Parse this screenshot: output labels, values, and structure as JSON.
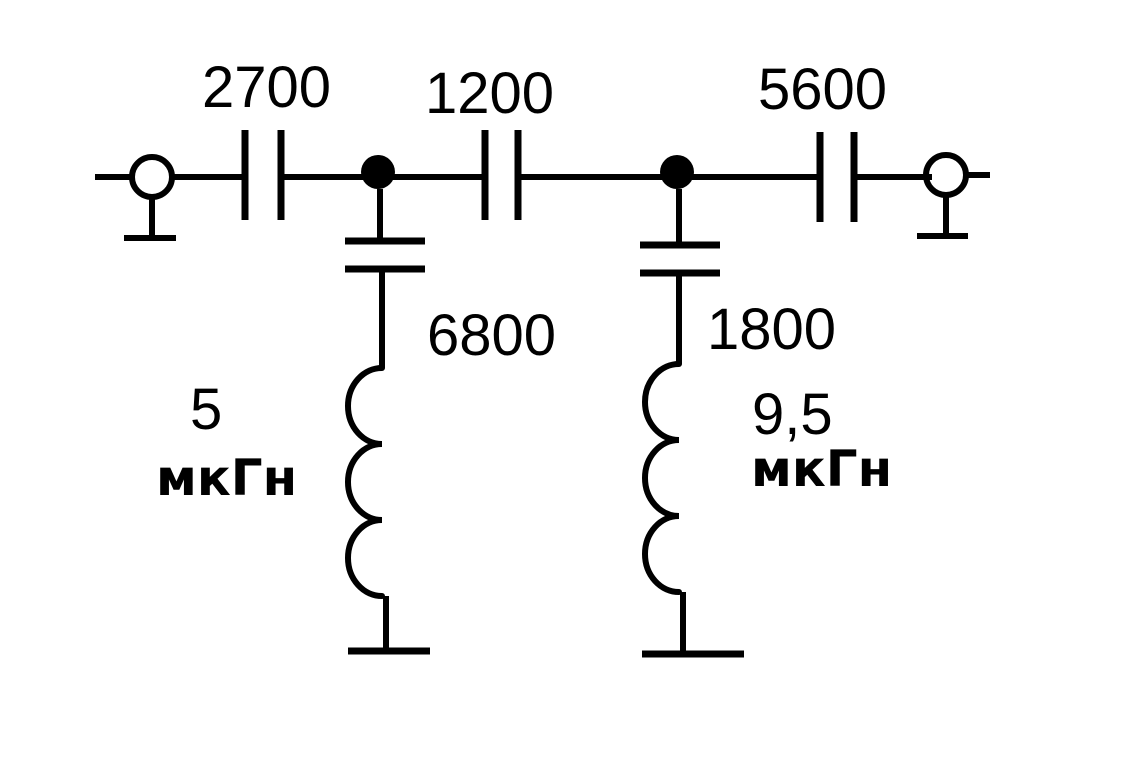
{
  "diagram": {
    "type": "circuit-schematic",
    "components": {
      "c_in": {
        "kind": "capacitor",
        "label": "2700"
      },
      "c_mid": {
        "kind": "capacitor",
        "label": "1200"
      },
      "c_out": {
        "kind": "capacitor",
        "label": "5600"
      },
      "c_shunt_left": {
        "kind": "capacitor",
        "label": "6800"
      },
      "c_shunt_right": {
        "kind": "capacitor",
        "label": "1800"
      },
      "l_left": {
        "kind": "inductor",
        "value": "5",
        "unit": "мкГн"
      },
      "l_right": {
        "kind": "inductor",
        "value": "9,5",
        "unit": "мкГн"
      }
    },
    "connectors": [
      "input-coax",
      "output-coax"
    ],
    "colors": {
      "ink": "#000000",
      "background": "#ffffff"
    }
  }
}
